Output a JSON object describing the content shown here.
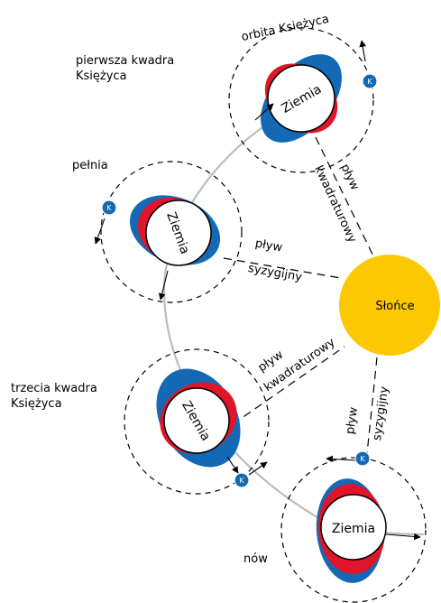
{
  "labels": {
    "orbit": "orbita Księżyca",
    "first_quarter_line1": "pierwsza kwadra",
    "first_quarter_line2": "Księżyca",
    "full": "pełnia",
    "third_quarter_line1": "trzecia kwadra",
    "third_quarter_line2": "Księżyca",
    "new": "nów",
    "earth": "Ziemia",
    "sun": "Słońce",
    "moon": "K",
    "tide_word": "pływ",
    "neap": "kwadraturowy",
    "spring": "syzygijny"
  },
  "colors": {
    "bulge_blue": "#1469b5",
    "bulge_red": "#e0152a",
    "sun": "#fcc800",
    "path": "#bdbdbd"
  }
}
